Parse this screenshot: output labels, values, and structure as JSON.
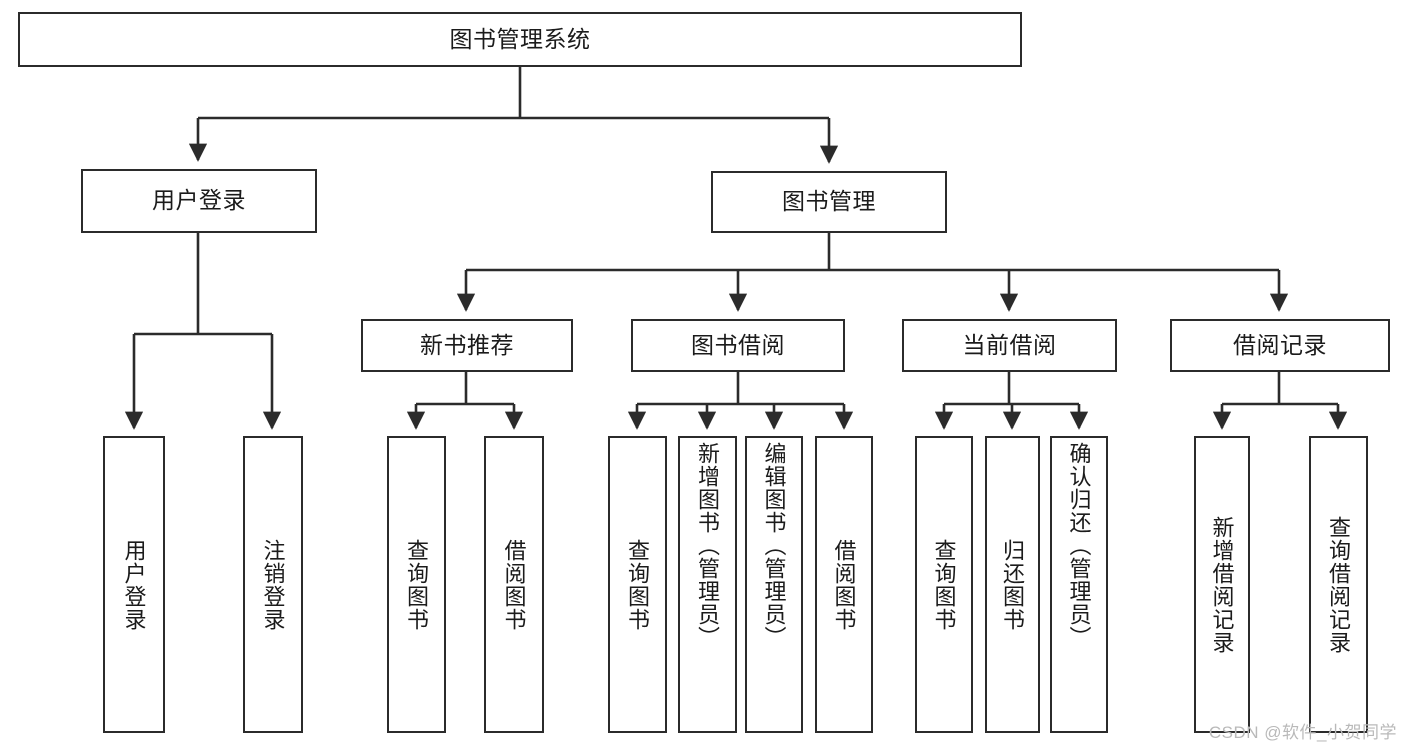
{
  "diagram": {
    "title": "图书管理系统",
    "type": "tree",
    "root": {
      "label": "图书管理系统"
    },
    "level2": [
      {
        "label": "用户登录"
      },
      {
        "label": "图书管理"
      }
    ],
    "level3": [
      {
        "label": "新书推荐"
      },
      {
        "label": "图书借阅"
      },
      {
        "label": "当前借阅"
      },
      {
        "label": "借阅记录"
      }
    ],
    "leaves": {
      "user_login": [
        {
          "label": "用户登录"
        },
        {
          "label": "注销登录"
        }
      ],
      "new_book": [
        {
          "label": "查询图书"
        },
        {
          "label": "借阅图书"
        }
      ],
      "book_borrow": [
        {
          "label": "查询图书"
        },
        {
          "label": "新增图书（管理员）"
        },
        {
          "label": "编辑图书（管理员）"
        },
        {
          "label": "借阅图书"
        }
      ],
      "current_borrow": [
        {
          "label": "查询图书"
        },
        {
          "label": "归还图书"
        },
        {
          "label": "确认归还（管理员）"
        }
      ],
      "borrow_record": [
        {
          "label": "新增借阅记录"
        },
        {
          "label": "查询借阅记录"
        }
      ]
    }
  },
  "watermark": {
    "text": "CSDN @软件_小贺同学"
  },
  "colors": {
    "line": "#2b2b2b",
    "box_border": "#2b2b2b",
    "background": "#ffffff",
    "watermark": "#b9b9b9"
  }
}
